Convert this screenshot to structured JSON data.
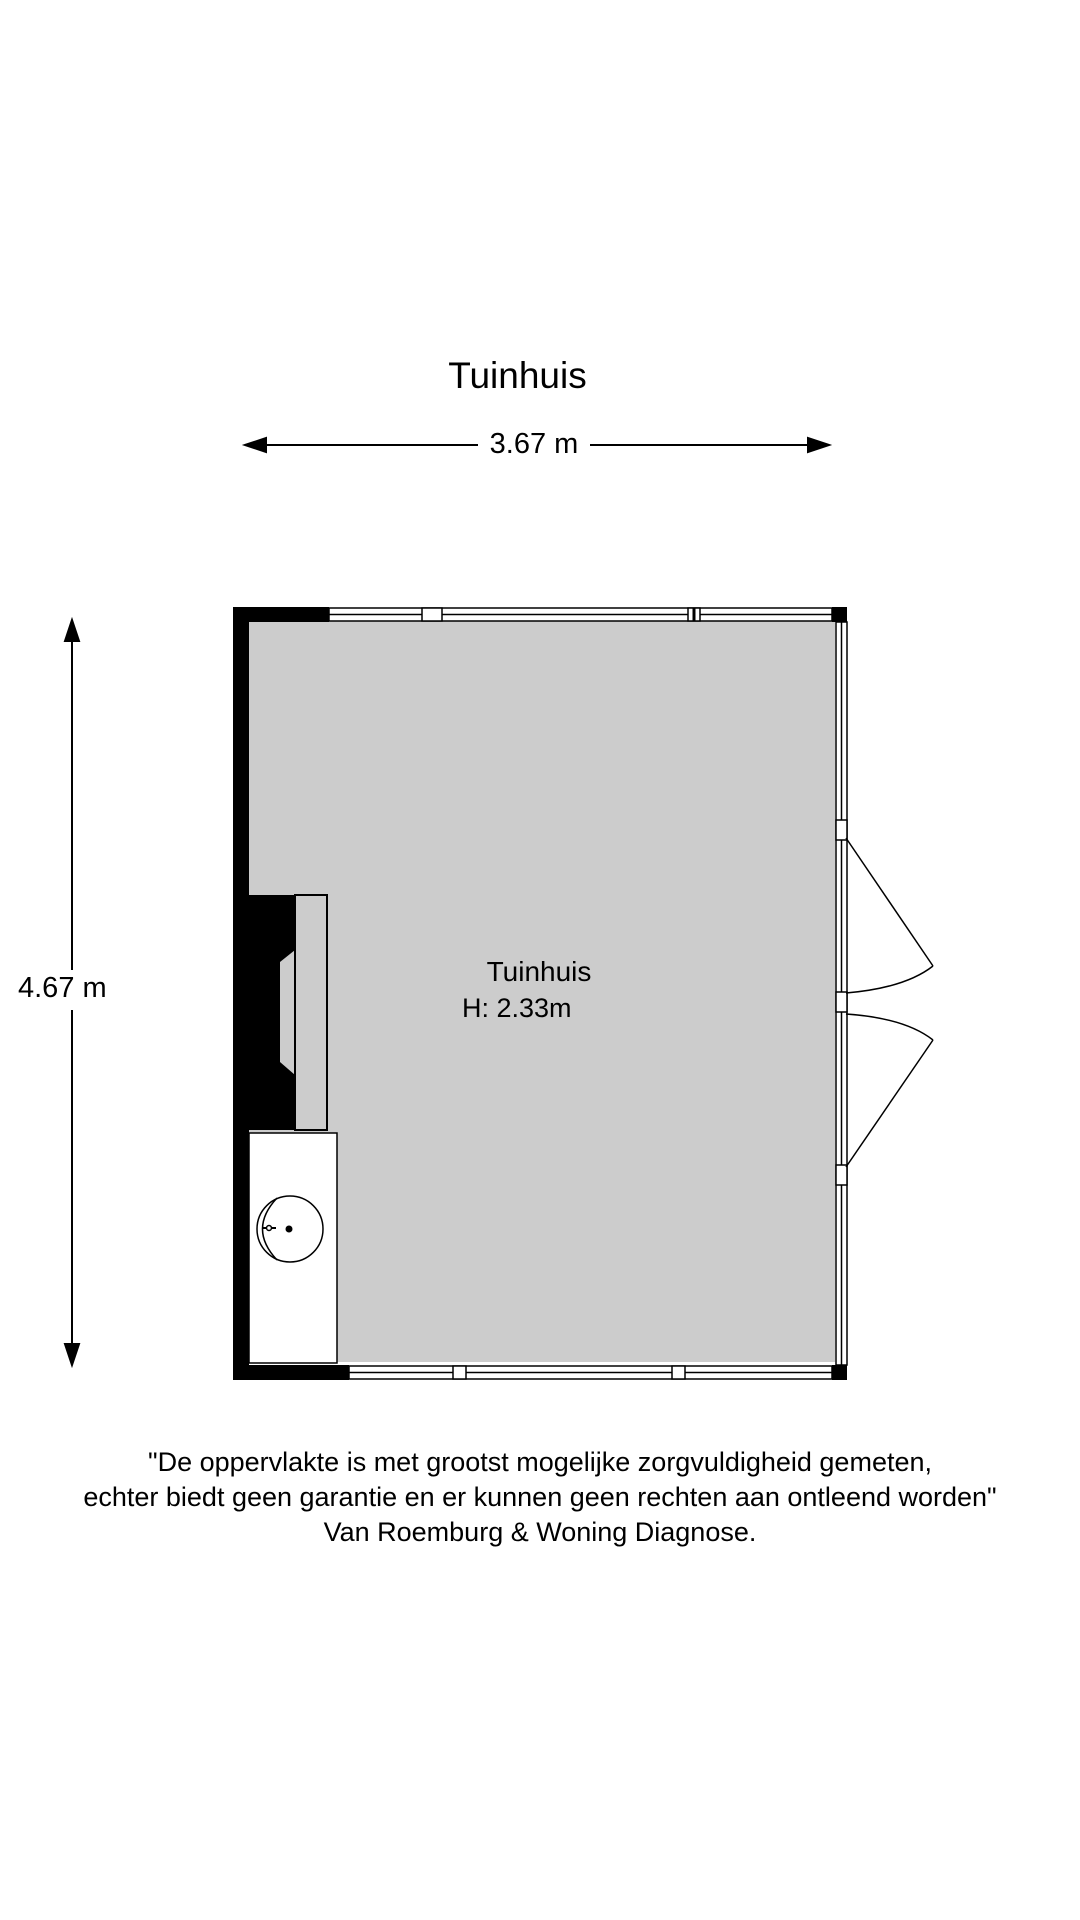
{
  "plan_title": "Tuinhuis",
  "dimensions": {
    "width": "3.67 m",
    "depth": "4.67 m"
  },
  "room": {
    "name": "Tuinhuis",
    "height": "H: 2.33m"
  },
  "disclaimer": {
    "line1": "\"De oppervlakte is met grootst mogelijke zorgvuldigheid gemeten,",
    "line2": "echter biedt geen garantie en er kunnen geen rechten aan ontleend worden\"",
    "line3": "Van Roemburg & Woning Diagnose."
  },
  "colors": {
    "floor": "#cccccc",
    "wall": "#000000",
    "window": "#ffffff",
    "background": "#ffffff"
  }
}
